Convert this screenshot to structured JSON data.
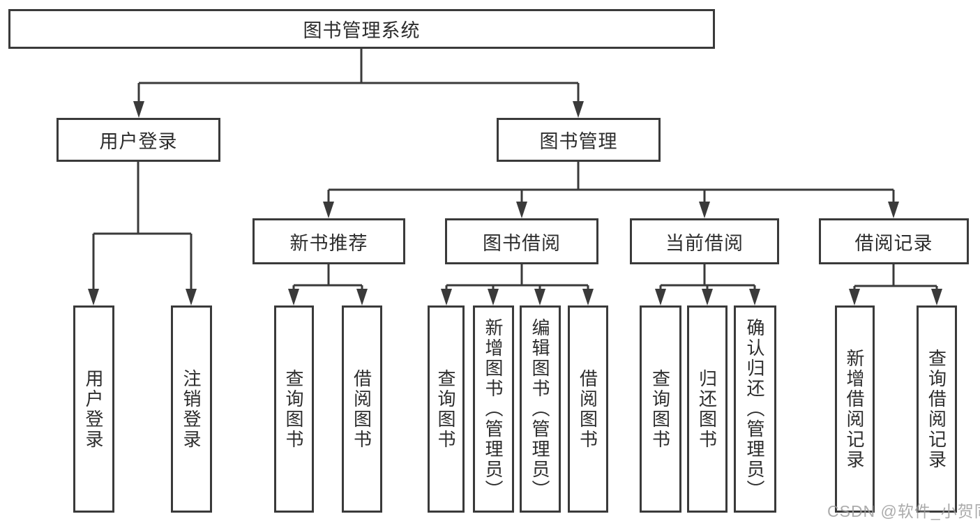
{
  "diagram_title": "图书管理系统",
  "colors": {
    "line": "#3a3a3a",
    "box_border": "#3a3a3a",
    "text": "#2d2d2d",
    "watermark": "#9d9d9d",
    "background": "#ffffff"
  },
  "tree": {
    "label": "图书管理系统",
    "children": [
      {
        "label": "用户登录",
        "children": [
          {
            "label": "用户登录"
          },
          {
            "label": "注销登录"
          }
        ]
      },
      {
        "label": "图书管理",
        "children": [
          {
            "label": "新书推荐",
            "children": [
              {
                "label": "查询图书"
              },
              {
                "label": "借阅图书"
              }
            ]
          },
          {
            "label": "图书借阅",
            "children": [
              {
                "label": "查询图书"
              },
              {
                "label": "新增图书（管理员）"
              },
              {
                "label": "编辑图书（管理员）"
              },
              {
                "label": "借阅图书"
              }
            ]
          },
          {
            "label": "当前借阅",
            "children": [
              {
                "label": "查询图书"
              },
              {
                "label": "归还图书"
              },
              {
                "label": "确认归还（管理员）"
              }
            ]
          },
          {
            "label": "借阅记录",
            "children": [
              {
                "label": "新增借阅记录"
              },
              {
                "label": "查询借阅记录"
              }
            ]
          }
        ]
      }
    ]
  },
  "watermark": "CSDN @软件_小贺同学"
}
